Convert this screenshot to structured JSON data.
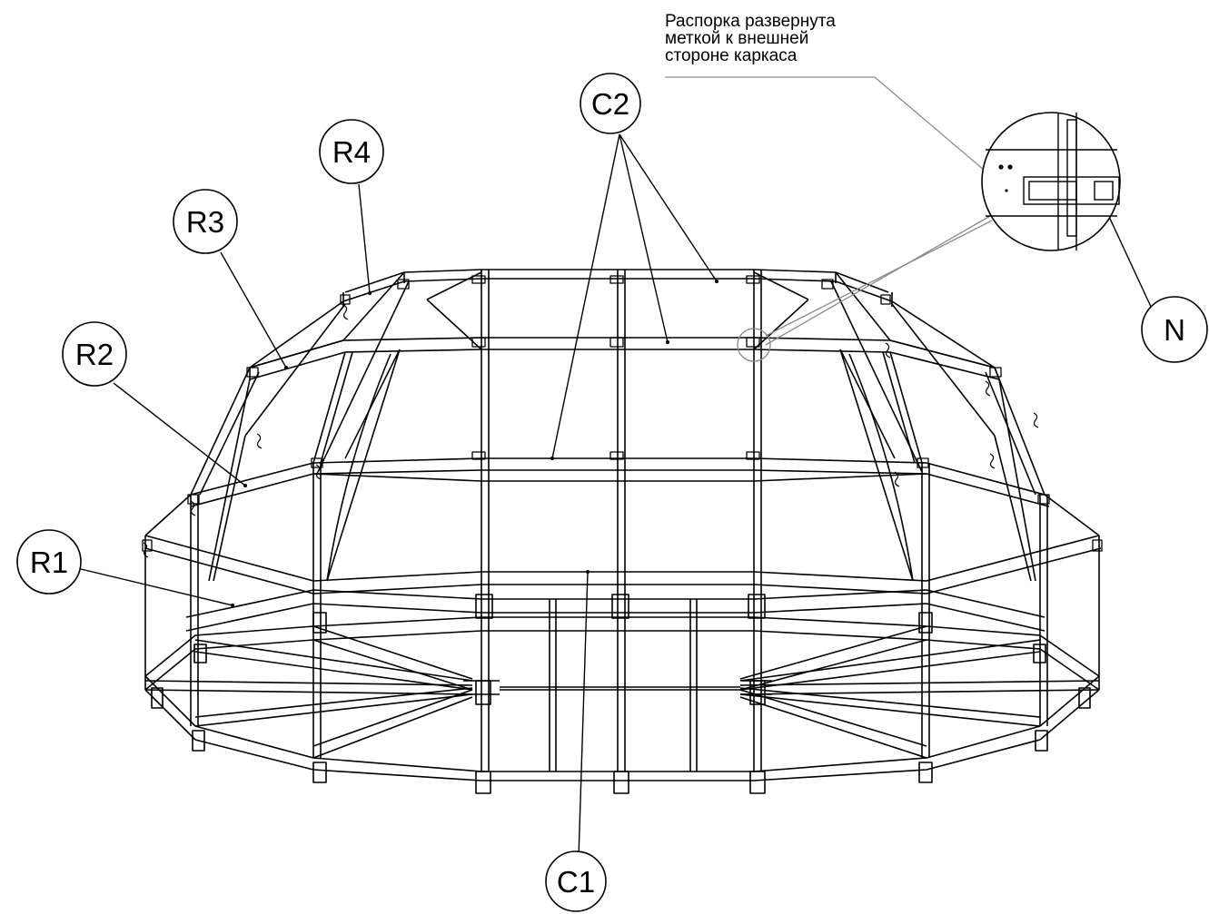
{
  "note": {
    "line1": "Распорка развернута",
    "line2": "меткой к внешней",
    "line3": "стороне каркаса"
  },
  "callouts": {
    "c2": "C2",
    "r4": "R4",
    "r3": "R3",
    "r2": "R2",
    "r1": "R1",
    "c1": "C1",
    "n": "N"
  },
  "colors": {
    "line": "#000000",
    "leader_gray": "#7a7a7a",
    "background": "#ffffff"
  }
}
